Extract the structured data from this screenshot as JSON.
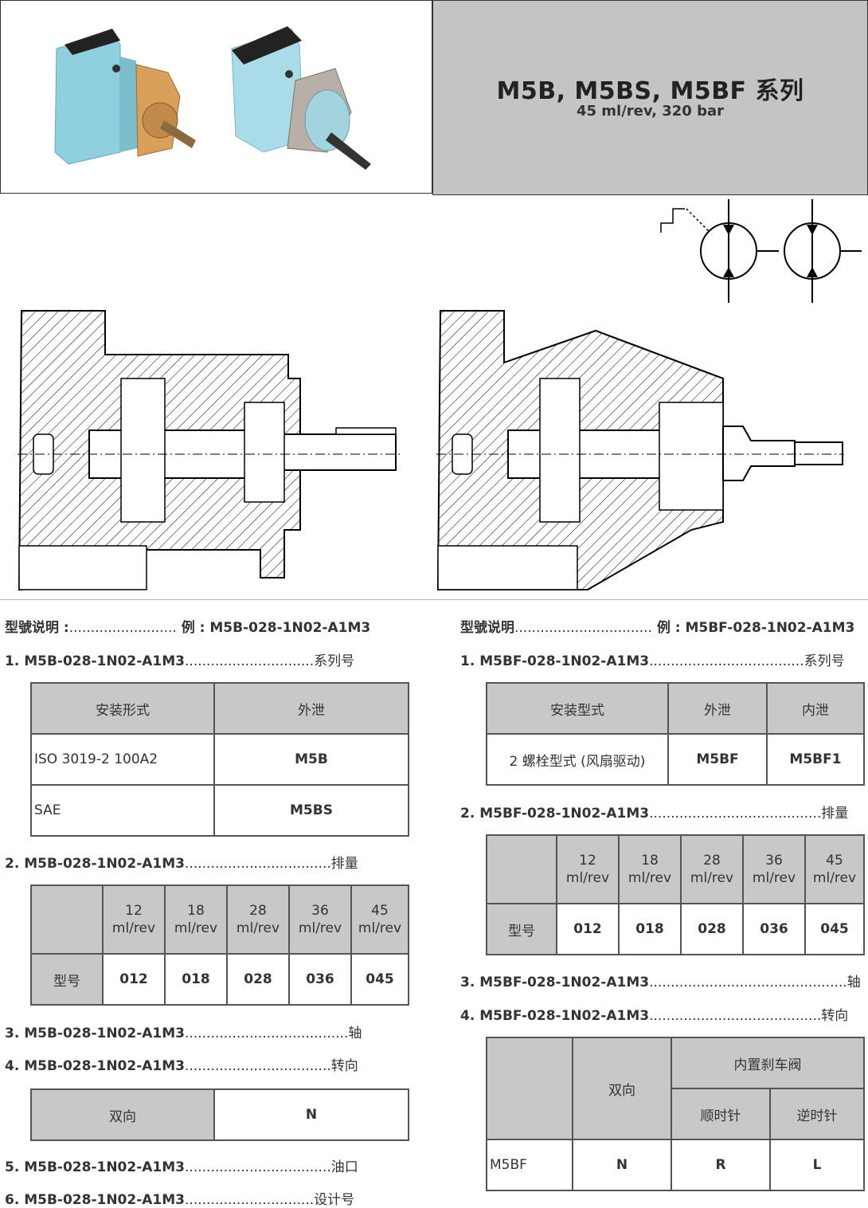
{
  "header": {
    "title": "M5B, M5BS, M5BF 系列",
    "subtitle": "45 ml/rev, 320 bar"
  },
  "left": {
    "model_label": "型號说明 :",
    "model_dots": ".........................",
    "model_example": "例 : M5B-028-1N02-A1M3",
    "item1": {
      "code": "1. M5B-028-1N02-A1M3",
      "dots": "..............................",
      "label": "系列号"
    },
    "mount_table": {
      "headers": [
        "安装形式",
        "外泄"
      ],
      "rows": [
        [
          "ISO 3019-2 100A2",
          "M5B"
        ],
        [
          "SAE",
          "M5BS"
        ]
      ]
    },
    "item2": {
      "code": "2. M5B-028-1N02-A1M3",
      "dots": "..................................",
      "label": "排量"
    },
    "disp_table": {
      "headers": [
        "12\nml/rev",
        "18\nml/rev",
        "28\nml/rev",
        "36\nml/rev",
        "45\nml/rev"
      ],
      "row_label": "型号",
      "values": [
        "012",
        "018",
        "028",
        "036",
        "045"
      ]
    },
    "item3": {
      "code": "3. M5B-028-1N02-A1M3",
      "dots": "......................................",
      "label": "轴"
    },
    "item4": {
      "code": "4. M5B-028-1N02-A1M3",
      "dots": "..................................",
      "label": "转向"
    },
    "rot_table": {
      "label": "双向",
      "value": "N"
    },
    "item5": {
      "code": "5. M5B-028-1N02-A1M3",
      "dots": "..................................",
      "label": "油口"
    },
    "item6": {
      "code": "6. M5B-028-1N02-A1M3",
      "dots": "..............................",
      "label": "设计号"
    }
  },
  "right": {
    "model_label": "型號说明",
    "model_dots": "................................",
    "model_example": "例 : M5BF-028-1N02-A1M3",
    "item1": {
      "code": "1. M5BF-028-1N02-A1M3",
      "dots": "....................................",
      "label": "系列号"
    },
    "mount_table": {
      "headers": [
        "安装型式",
        "外泄",
        "内泄"
      ],
      "row": [
        "2 螺栓型式 (风扇驱动)",
        "M5BF",
        "M5BF1"
      ]
    },
    "item2": {
      "code": "2. M5BF-028-1N02-A1M3",
      "dots": "........................................",
      "label": "排量"
    },
    "disp_table": {
      "headers": [
        "12\nml/rev",
        "18\nml/rev",
        "28\nml/rev",
        "36\nml/rev",
        "45\nml/rev"
      ],
      "row_label": "型号",
      "values": [
        "012",
        "018",
        "028",
        "036",
        "045"
      ]
    },
    "item3": {
      "code": "3. M5BF-028-1N02-A1M3",
      "dots": "..............................................",
      "label": "轴"
    },
    "item4": {
      "code": "4. M5BF-028-1N02-A1M3",
      "dots": "........................................",
      "label": "转向"
    },
    "rot_table": {
      "bidirectional": "双向",
      "brake_header": "内置刹车阀",
      "cw": "顺时针",
      "ccw": "逆时针",
      "row_label": "M5BF",
      "values": [
        "N",
        "R",
        "L"
      ]
    }
  },
  "colors": {
    "pump_blue": "#8fcfe0",
    "header_gray": "#c4c4c4",
    "table_gray": "#c8c8c8"
  }
}
